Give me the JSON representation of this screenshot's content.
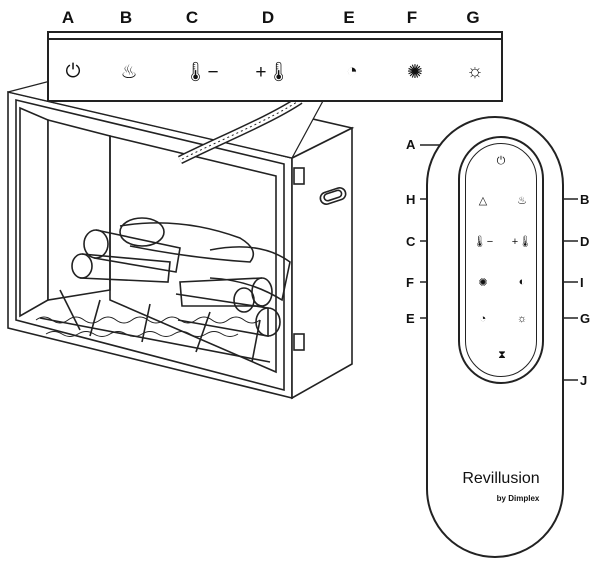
{
  "panel_labels": [
    "A",
    "B",
    "C",
    "D",
    "E",
    "F",
    "G"
  ],
  "panel_buttons": [
    {
      "icon": "power-icon",
      "glyph": "⏻"
    },
    {
      "icon": "heat-icon",
      "glyph": "♨"
    },
    {
      "icon": "temp-down-icon",
      "glyph": "🌡−"
    },
    {
      "icon": "temp-up-icon",
      "glyph": "+🌡"
    },
    {
      "icon": "flame-color-icon",
      "glyph": "◔"
    },
    {
      "icon": "ember-bed-icon",
      "glyph": "✺"
    },
    {
      "icon": "brightness-icon",
      "glyph": "☼"
    }
  ],
  "remote_labels": {
    "a": "A",
    "h": "H",
    "b": "B",
    "c": "C",
    "d": "D",
    "f": "F",
    "i": "I",
    "e": "E",
    "g": "G",
    "j": "J"
  },
  "remote_buttons": {
    "power": "⏻",
    "flame": "△",
    "heat": "♨",
    "temp_down": "🌡−",
    "temp_up": "+🌡",
    "ember": "✺",
    "flame_speed": "◐",
    "color": "◔",
    "brightness": "☼",
    "timer": "⧗"
  },
  "brand": {
    "name": "Revillusion",
    "sub": "by Dimplex"
  }
}
